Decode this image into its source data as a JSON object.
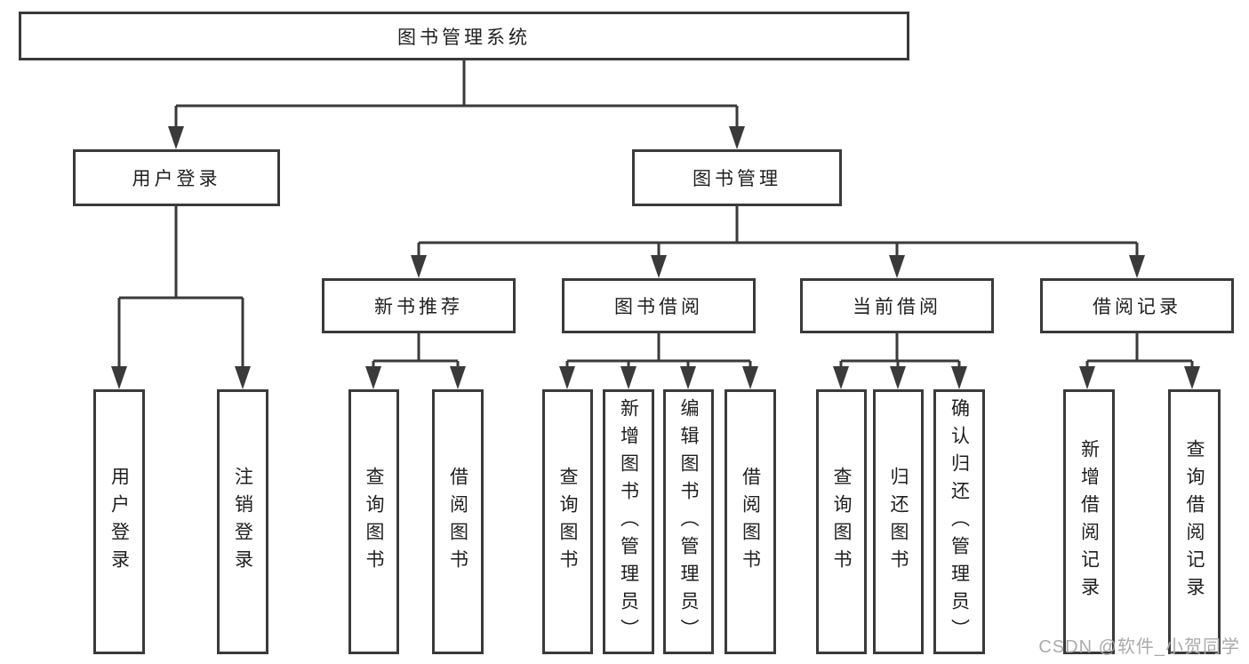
{
  "diagram": {
    "root": "图书管理系统",
    "children": [
      {
        "label": "用户登录",
        "children": [
          "用户登录",
          "注销登录"
        ]
      },
      {
        "label": "图书管理",
        "children": [
          {
            "label": "新书推荐",
            "children": [
              "查询图书",
              "借阅图书"
            ]
          },
          {
            "label": "图书借阅",
            "children": [
              "查询图书",
              "新增图书（管理员）",
              "编辑图书（管理员）",
              "借阅图书"
            ]
          },
          {
            "label": "当前借阅",
            "children": [
              "查询图书",
              "归还图书",
              "确认归还（管理员）"
            ]
          },
          {
            "label": "借阅记录",
            "children": [
              "新增借阅记录",
              "查询借阅记录"
            ]
          }
        ]
      }
    ]
  },
  "colors": {
    "line": "#3a3a3a",
    "text": "#1f1f1f",
    "watermark": "#ababab",
    "background": "#ffffff"
  },
  "watermark": "CSDN @软件_小贺同学"
}
